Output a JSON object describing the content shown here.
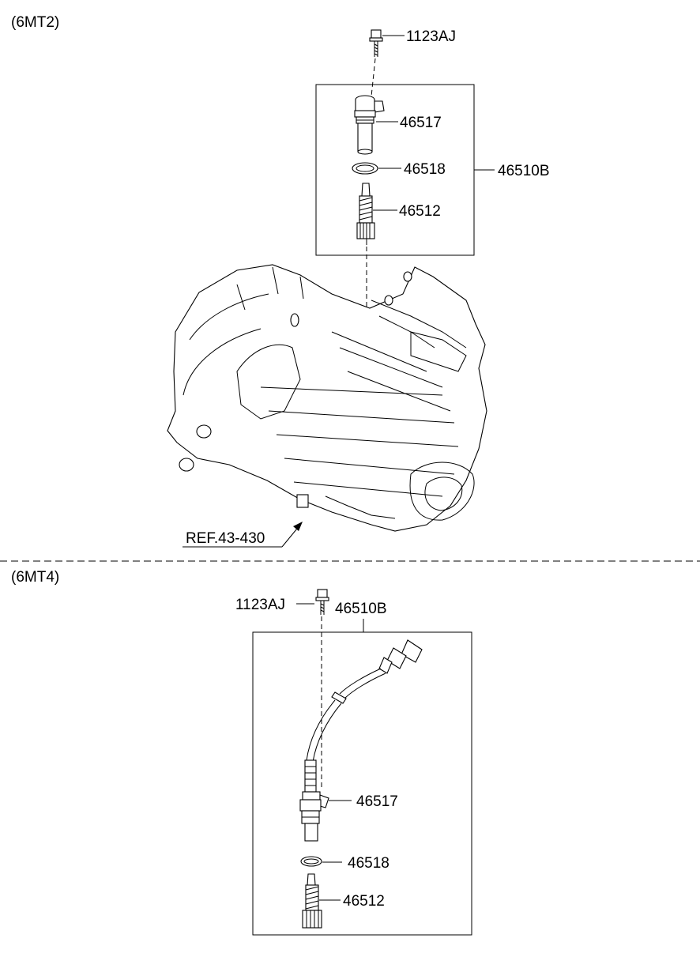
{
  "sections": [
    {
      "variant_label": "(6MT2)",
      "callouts": {
        "bolt": "1123AJ",
        "sensor": "46517",
        "oring": "46518",
        "assembly": "46510B",
        "gear": "46512"
      },
      "reference": "REF.43-430"
    },
    {
      "variant_label": "(6MT4)",
      "callouts": {
        "bolt": "1123AJ",
        "assembly": "46510B",
        "sensor": "46517",
        "oring": "46518",
        "gear": "46512"
      }
    }
  ]
}
